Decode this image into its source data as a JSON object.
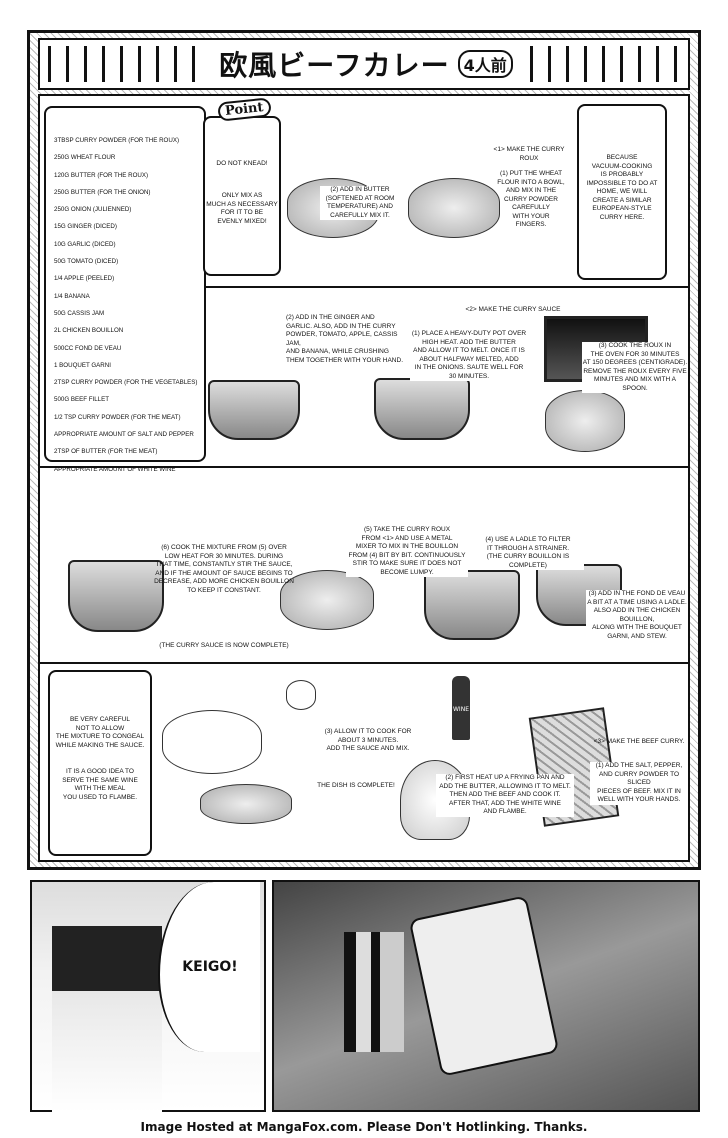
{
  "title": {
    "main": "欧風ビーフカレー",
    "servings": "4人前"
  },
  "ingredients": [
    "3TBSP CURRY POWDER (FOR THE ROUX)",
    "250G WHEAT FLOUR",
    "120G BUTTER (FOR THE ROUX)",
    "250G BUTTER (FOR THE ONION)",
    "250G ONION (JULIENNED)",
    "15G GINGER (DICED)",
    "10G GARLIC (DICED)",
    "50G TOMATO (DICED)",
    "1/4 APPLE (PEELED)",
    "1/4 BANANA",
    "50G CASSIS JAM",
    "2L CHICKEN BOUILLON",
    "500CC FOND DE VEAU",
    "1 BOUQUET GARNI",
    "2TSP CURRY POWDER (FOR THE VEGETABLES)",
    "500G BEEF FILLET",
    "1/2 TSP CURRY POWDER (FOR THE MEAT)",
    "APPROPRIATE AMOUNT OF SALT AND PEPPER",
    "2TSP OF BUTTER (FOR THE MEAT)",
    "APPROPRIATE AMOUNT OF WHITE WINE"
  ],
  "point": {
    "label": "Point",
    "tip1": "DO NOT KNEAD!",
    "tip2": "ONLY MIX AS\nMUCH AS NECESSARY\nFOR IT TO BE\nEVENLY MIXED!"
  },
  "note_vacuum": "BECAUSE\nVACUUM-COOKING\nIS PROBABLY\nIMPOSSIBLE TO DO AT\nHOME, WE WILL\nCREATE A SIMILAR\nEUROPEAN-STYLE\nCURRY HERE.",
  "roux": {
    "heading": "<1> MAKE THE CURRY ROUX",
    "s1": "(1) PUT THE WHEAT\nFLOUR INTO A BOWL,\nAND MIX IN THE\nCURRY POWDER\nCAREFULLY\nWITH YOUR\nFINGERS.",
    "s2": "(2) ADD IN BUTTER\n(SOFTENED AT ROOM\nTEMPERATURE) AND\nCAREFULLY MIX IT."
  },
  "sauce": {
    "heading": "<2> MAKE THE CURRY SAUCE",
    "s1": "(1) PLACE A HEAVY-DUTY POT OVER\nHIGH HEAT. ADD THE BUTTER\nAND ALLOW IT TO MELT. ONCE IT IS\nABOUT HALFWAY MELTED, ADD\nIN THE ONIONS. SAUTE WELL FOR\n30 MINUTES.",
    "s2": "(2) ADD IN THE GINGER AND\nGARLIC. ALSO, ADD IN THE CURRY\nPOWDER, TOMATO, APPLE, CASSIS JAM,\nAND BANANA, WHILE CRUSHING\nTHEM TOGETHER WITH YOUR HAND.",
    "s3a": "(3) COOK THE ROUX IN\nTHE OVEN FOR 30 MINUTES\nAT 150 DEGREES (CENTIGRADE).\nREMOVE THE ROUX EVERY FIVE\nMINUTES AND MIX WITH A SPOON.",
    "s3b": "(3) ADD IN THE FOND DE VEAU\nA BIT AT A TIME USING A LADLE.\nALSO ADD IN THE CHICKEN BOUILLON,\nALONG WITH THE BOUQUET\nGARNI, AND STEW.",
    "s4": "(4) USE A LADLE TO FILTER\nIT THROUGH A STRAINER.\n(THE CURRY BOUILLON IS COMPLETE)",
    "s5": "(5) TAKE THE CURRY ROUX\nFROM <1> AND USE A METAL\nMIXER TO MIX IN THE BOUILLON\nFROM (4) BIT BY BIT. CONTINUOUSLY\nSTIR TO MAKE SURE IT DOES NOT\nBECOME LUMPY.",
    "s6": "(6) COOK THE MIXTURE FROM (5) OVER\nLOW HEAT FOR 30 MINUTES. DURING\nTHAT TIME, CONSTANTLY STIR THE SAUCE,\nAND IF THE AMOUNT OF SAUCE BEGINS TO\nDECREASE, ADD MORE CHICKEN BOUILLON\nTO KEEP IT CONSTANT.",
    "done": "(THE CURRY SAUCE IS NOW COMPLETE)"
  },
  "beef": {
    "heading": "<3> MAKE THE BEEF CURRY.",
    "s1": "(1) ADD THE SALT, PEPPER,\nAND CURRY POWDER TO SLICED\nPIECES OF BEEF. MIX IT IN\nWELL WITH YOUR HANDS.",
    "s2": "(2) FIRST HEAT UP A FRYING PAN AND\nADD THE BUTTER, ALLOWING IT TO MELT.\nTHEN ADD THE BEEF AND COOK IT.\nAFTER THAT, ADD THE WHITE WINE\nAND FLAMBE.",
    "s3": "(3) ALLOW IT TO COOK FOR\nABOUT 3 MINUTES.\nADD THE SAUCE AND MIX.",
    "done": "THE DISH IS COMPLETE!",
    "wine_label": "WINE"
  },
  "tips": {
    "t1": "BE VERY CAREFUL\nNOT TO ALLOW\nTHE MIXTURE TO CONGEAL\nWHILE MAKING THE SAUCE.",
    "t2": "IT IS A GOOD IDEA TO\nSERVE THE SAME WINE\nWITH THE MEAL\nYOU USED TO FLAMBE."
  },
  "comic": {
    "speech": "KEIGO!"
  },
  "footer": "Image Hosted at MangaFox.com. Please Don't Hotlinking. Thanks."
}
